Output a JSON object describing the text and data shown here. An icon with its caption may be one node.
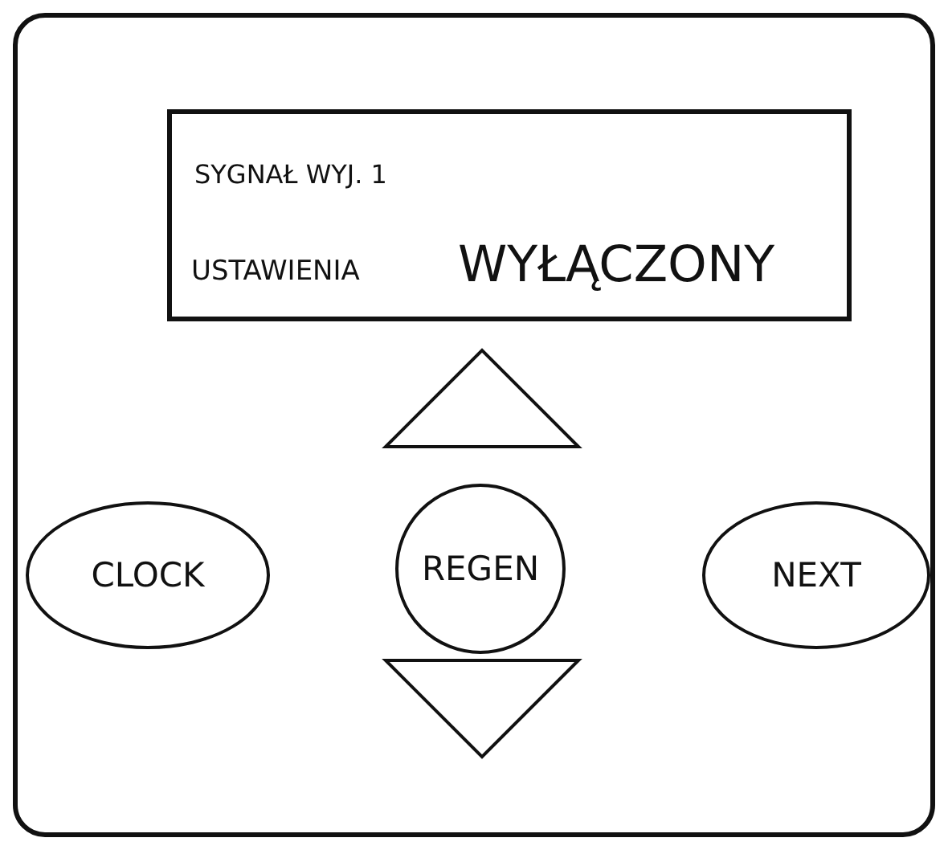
{
  "diagram": {
    "nodes": [
      {
        "text": [],
        "shape": "box"
      },
      {
        "text": [
          "SYGNAŁ WYJ. 1",
          "USTAWIENIA",
          "WYŁĄCZONY"
        ],
        "in": 0
      },
      {
        "text": [],
        "shape": "triangle",
        "in": 0
      },
      {
        "text": [
          "CLOCK"
        ],
        "in": 0
      },
      {
        "text": [
          "REGEN"
        ],
        "in": 0
      },
      {
        "text": [
          "NEXT"
        ],
        "in": 0
      },
      {
        "text": [],
        "shape": "triangle",
        "in": 0
      }
    ]
  }
}
